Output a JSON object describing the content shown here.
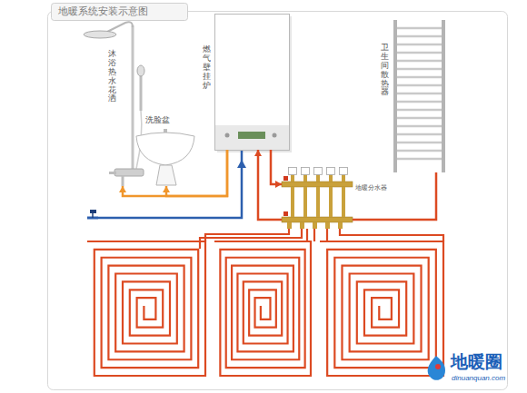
{
  "diagram": {
    "title": "地暖系统安装示意图",
    "nodes": [
      {
        "text": [
          "沐浴热水花洒"
        ]
      },
      {
        "text": [
          "燃气壁挂炉"
        ]
      },
      {
        "text": [
          "卫生间散热器"
        ]
      },
      {
        "text": [
          "洗脸盆"
        ]
      },
      {
        "text": [
          "地暖分水器"
        ]
      }
    ],
    "edges": [
      {
        "from": 1,
        "to": 0,
        "arrow": "to"
      },
      {
        "from": 1,
        "to": 3,
        "arrow": "to"
      },
      {
        "from": 1,
        "to": 4,
        "arrow": "to"
      },
      {
        "from": 4,
        "to": 1,
        "arrow": "to"
      },
      {
        "from": 4,
        "to": 2,
        "arrow": "none"
      }
    ],
    "labels": [
      "地暖圈",
      "dinuanquan.com"
    ]
  }
}
